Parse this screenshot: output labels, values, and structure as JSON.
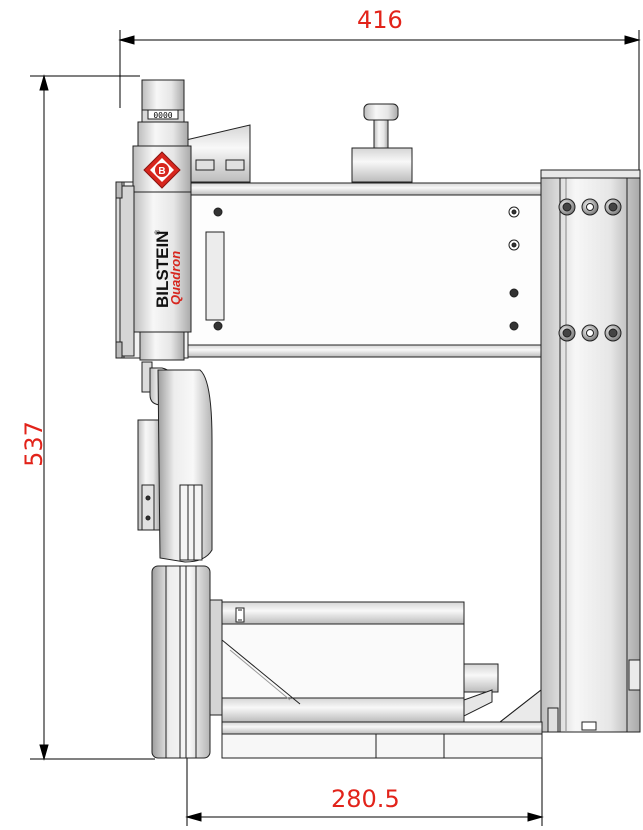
{
  "dimensions": {
    "width": "416",
    "height": "537",
    "base": "280.5"
  },
  "brand": {
    "name": "BILSTEIN",
    "registered": "®",
    "product": "Quadron",
    "logo_letter": "B"
  },
  "counter": {
    "digits": "0000"
  },
  "colors": {
    "dimension_text": "#e2231a",
    "dimension_line": "#000000",
    "outline": "#222222",
    "metal_light": "#f4f4f4",
    "metal_mid": "#c9c9c9",
    "metal_dark": "#8a8a8a",
    "brand_red": "#d7261e"
  }
}
